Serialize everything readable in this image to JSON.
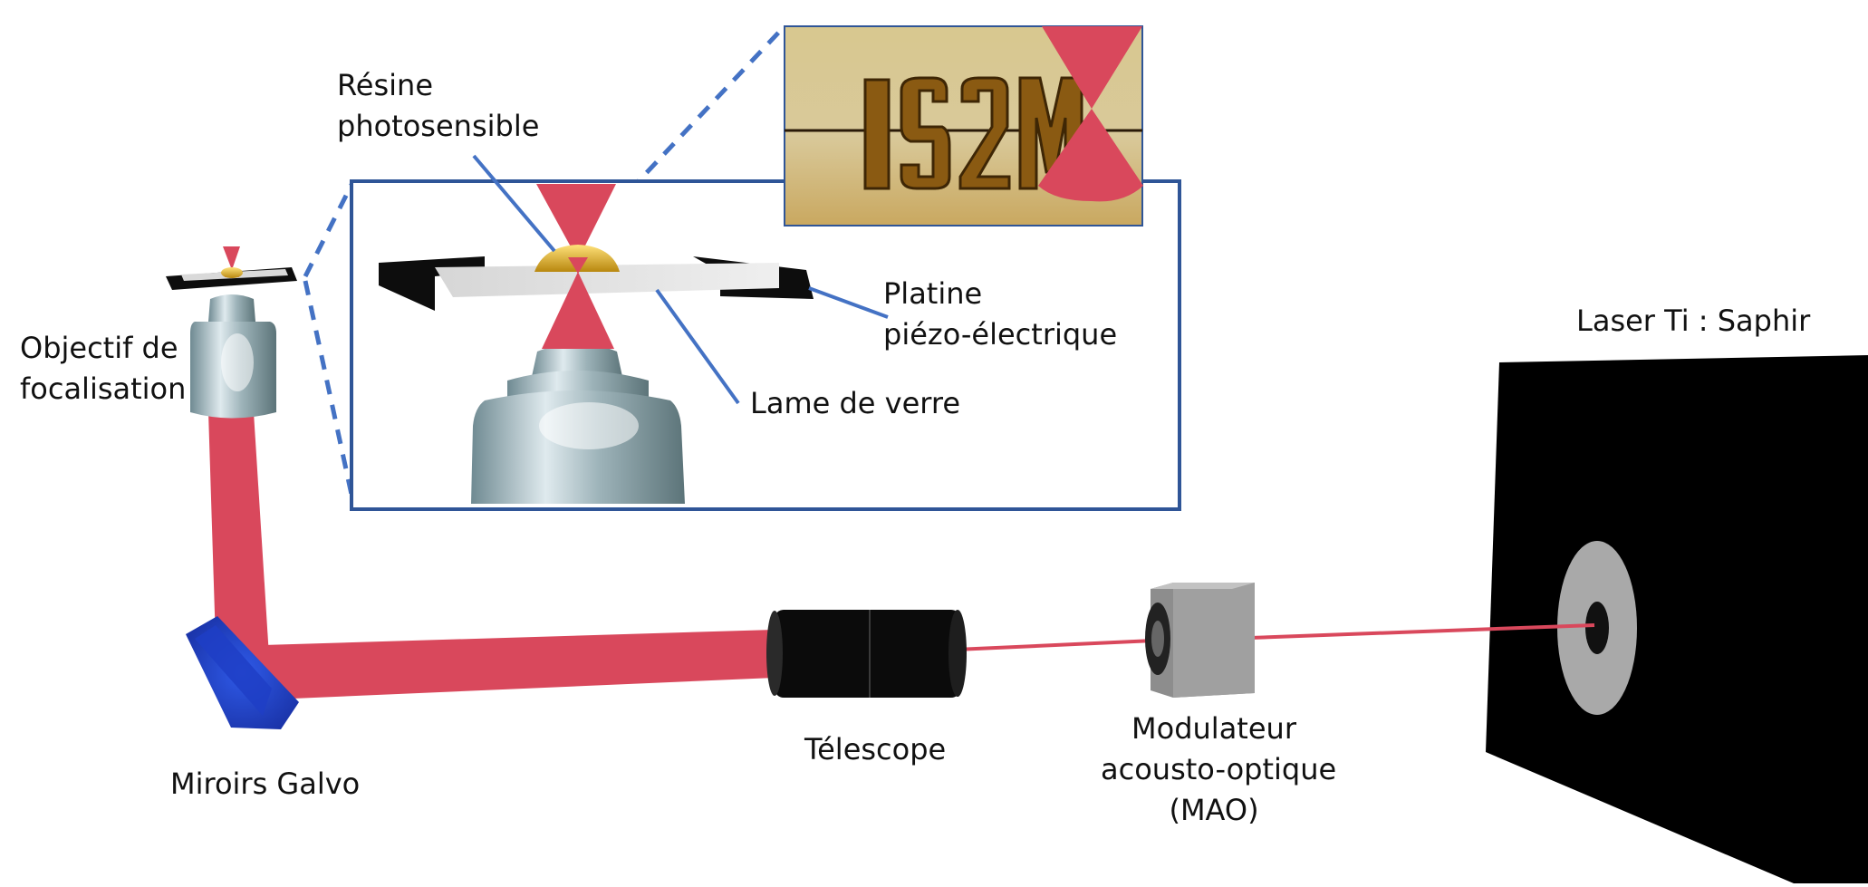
{
  "labels": {
    "resine": [
      "Résine",
      "photosensible"
    ],
    "objectif": [
      "Objectif de",
      "focalisation"
    ],
    "platine": [
      "Platine",
      "piézo-électrique"
    ],
    "lame": "Lame de verre",
    "laser": "Laser Ti : Saphir",
    "miroirs": "Miroirs Galvo",
    "telescope": "Télescope",
    "mao": [
      "Modulateur",
      "acousto-optique",
      "(MAO)"
    ]
  },
  "inset": {
    "logo_text": "IS2M"
  },
  "colors": {
    "beam": "#d9485c",
    "callout": "#4472c4",
    "inset_frame": "#2f5597",
    "laser_box": "#000000",
    "mirror": "#2b4fd6"
  }
}
